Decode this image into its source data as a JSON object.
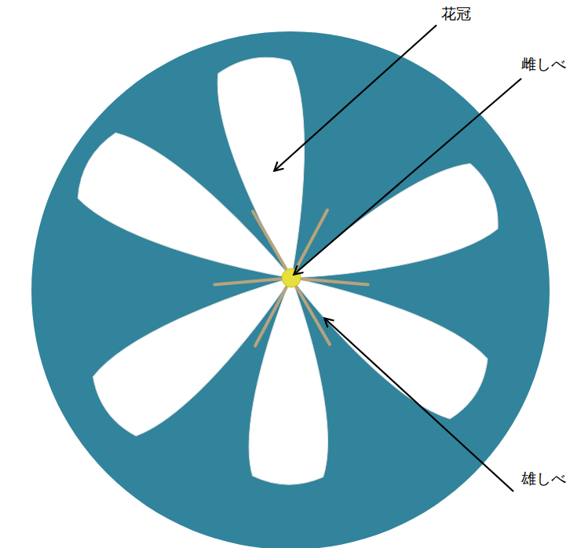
{
  "diagram": {
    "labels": [
      "花冠",
      "雌しべ",
      "雄しべ"
    ]
  }
}
